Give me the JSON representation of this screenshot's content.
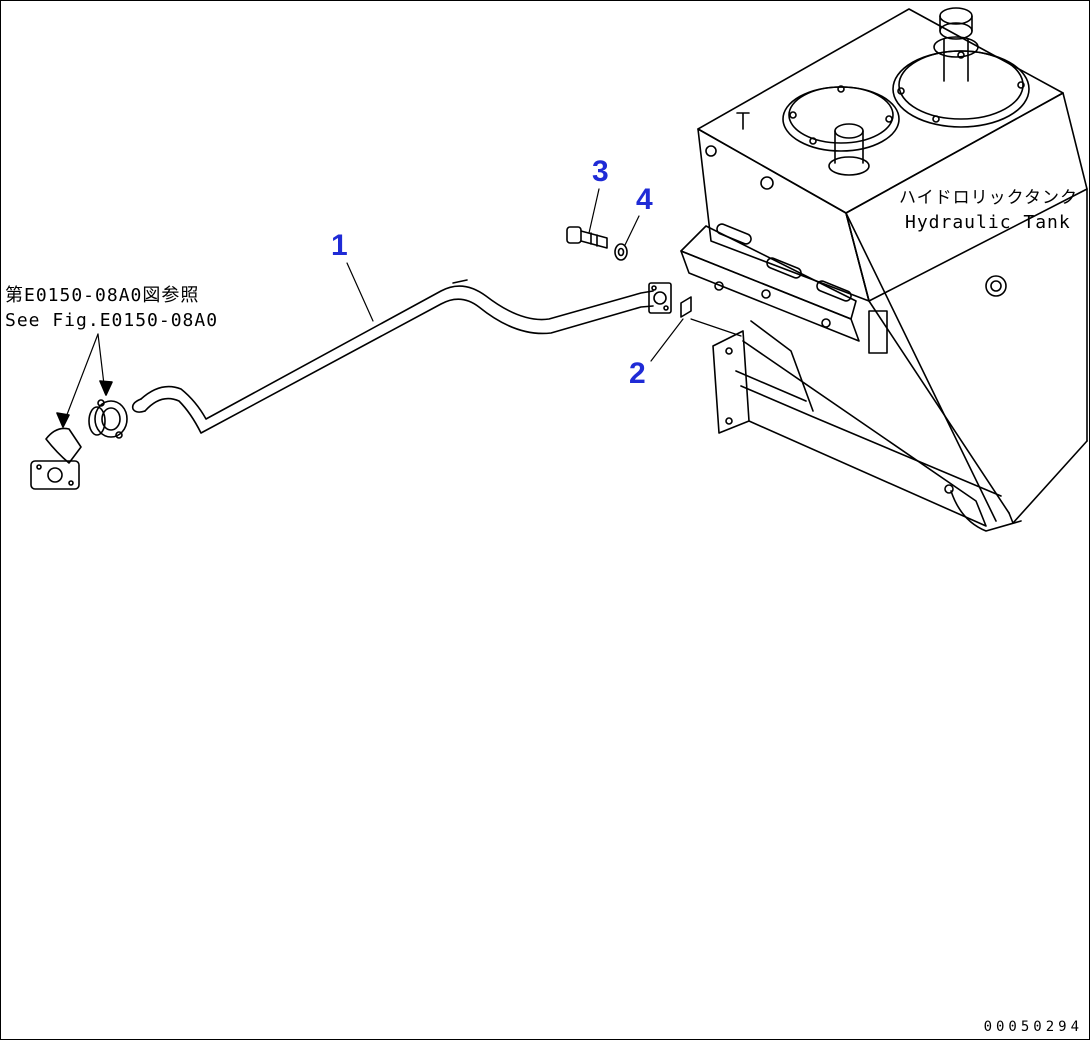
{
  "callouts": {
    "part1": "1",
    "part2": "2",
    "part3": "3",
    "part4": "4"
  },
  "reference_note": {
    "line_jp": "第E0150-08A0図参照",
    "line_en": "See Fig.E0150-08A0"
  },
  "tank_label": {
    "line_jp": "ハイドロリックタンク",
    "line_en": "Hydraulic Tank"
  },
  "drawing_number": "00050294",
  "colors": {
    "callout": "#1f2bd6",
    "line": "#000000",
    "background": "#ffffff"
  }
}
